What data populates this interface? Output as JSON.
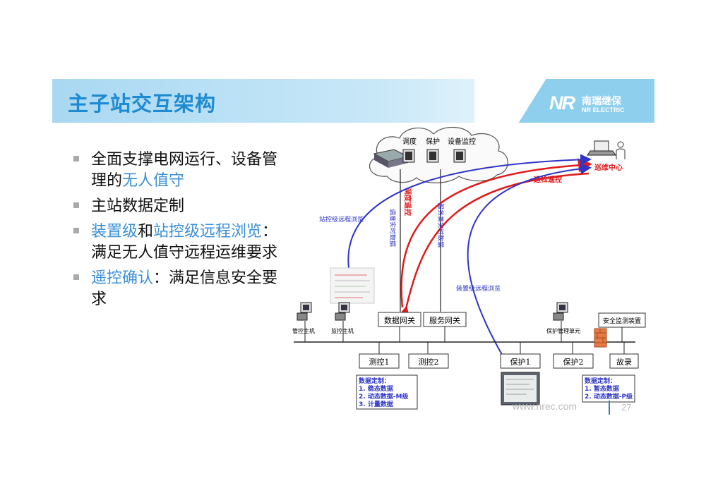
{
  "slide": {
    "title": "主子站交互架构",
    "logo": {
      "mark": "NR",
      "cn": "南瑞继保",
      "en": "NR ELECTRIC"
    },
    "footer": {
      "url": "www.nrec.com",
      "page": "27"
    }
  },
  "bullets": [
    {
      "segments": [
        {
          "text": "全面支撑电网运行、设备管理的",
          "hl": false
        },
        {
          "text": "无人值守",
          "hl": true
        }
      ]
    },
    {
      "segments": [
        {
          "text": "主站数据定制",
          "hl": false
        }
      ]
    },
    {
      "segments": [
        {
          "text": "装置级",
          "hl": true
        },
        {
          "text": "和",
          "hl": false
        },
        {
          "text": "站控级远程浏览",
          "hl": true
        },
        {
          "text": "：满足无人值守远程运维要求",
          "hl": false
        }
      ]
    },
    {
      "segments": [
        {
          "text": "遥控确认",
          "hl": true
        },
        {
          "text": "：满足信息安全要求",
          "hl": false
        }
      ]
    }
  ],
  "diagram": {
    "cloud_labels": {
      "dispatch": "调度",
      "protect": "保护",
      "monitor": "设备监控"
    },
    "patrol_center": "巡维中心",
    "arrows": {
      "ops_remote": "运检遥控",
      "dispatch_remote": "调度遥控",
      "dispatch_realtime": "调度实时数据",
      "service_realtime": "服务类实时数据",
      "station_browse": "站控级远程浏览",
      "device_browse": "装置级远程浏览"
    },
    "hosts": {
      "control": "管控主机",
      "monitor": "监控主机",
      "protect_mgmt": "保护管理单元"
    },
    "gateways": {
      "data": "数据网关",
      "service": "服务网关",
      "security": "安全监测装置"
    },
    "bays": {
      "meas1": "测控1",
      "meas2": "测控2",
      "prot1": "保护1",
      "prot2": "保护2",
      "record": "故录"
    },
    "custom_left": {
      "title": "数据定制：",
      "items": [
        "1. 稳态数据",
        "2. 动态数据-M级",
        "3. 计量数据"
      ]
    },
    "custom_right": {
      "title": "数据定制：",
      "items": [
        "1. 暂态数据",
        "2. 动态数据-P级"
      ]
    },
    "colors": {
      "blue": "#2e35c8",
      "red": "#e01b1b",
      "title_blue": "#1e8ad0"
    }
  }
}
